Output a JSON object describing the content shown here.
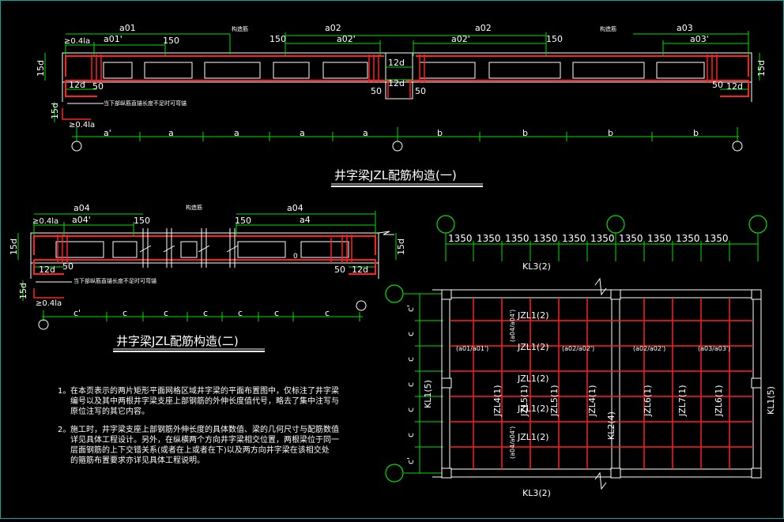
{
  "colors": {
    "bg": "#000000",
    "beam": "#ffffff",
    "rebar": "#ff2020",
    "dim": "#00e000",
    "text": "#ffffff",
    "border": "#00a8a8"
  },
  "d1": {
    "title": "井字梁JZL配筋构造(一)",
    "a01": "a01",
    "a01p": "a01'",
    "a02": "a02",
    "a02p": "a02'",
    "a03": "a03",
    "a03p": "a03'",
    "lt04": "≥0.4la",
    "n150": "150",
    "n50": "50",
    "n12d": "12d",
    "n15d": "15d",
    "gouzaojin": "构造筋",
    "note_short": "当下部纵筋直锚长度不足时可弯锚",
    "axis": [
      "a'",
      "a",
      "a",
      "a",
      "a",
      "b",
      "b",
      "b",
      "b"
    ]
  },
  "d2": {
    "title": "井字梁JZL配筋构造(二)",
    "a04": "a04",
    "a04p": "a04'",
    "a4": "a4",
    "zero": "0",
    "axis": [
      "c'",
      "c",
      "c",
      "c",
      "c",
      "c",
      "c"
    ]
  },
  "plan": {
    "top_dims": [
      "1350",
      "1350",
      "1350",
      "1350",
      "1350",
      "1350",
      "1350",
      "1350",
      "1350",
      "1350"
    ],
    "left_dims": [
      "c'",
      "c",
      "c",
      "c",
      "c",
      "c",
      "c'"
    ],
    "kl3_top": "KL3(2)",
    "kl3_bot": "KL3(2)",
    "kl1_left": "KL1(5)",
    "kl1_right": "KL1(5)",
    "kl2": "KL2(4)",
    "jzl1": [
      "JZL1(2)",
      "JZL1(2)",
      "JZL1(2)",
      "JZL1(2)",
      "JZL1(2)"
    ],
    "vert_beams": [
      "JZL4(1)",
      "JZL5(1)",
      "JZL5(1)",
      "JZL4(1)",
      "JZL6(1)",
      "JZL7(1)",
      "JZL6(1)"
    ],
    "rot_labels": [
      "(a04/a04')",
      "(a04/a04')"
    ],
    "bays": [
      "(a01/a01')",
      "(a02/a02')",
      "(a02/a02')",
      "(a03/a03')"
    ]
  },
  "notes": [
    {
      "num": "1。",
      "lines": [
        "在本页表示的两片矩形平面网格区域井字梁的平面布置图中，仅标注了井字梁",
        "编号以及其中两根井字梁支座上部钢筋的外伸长度值代号，略去了集中注写与",
        "原位注写的其它内容。"
      ]
    },
    {
      "num": "2。",
      "lines": [
        "施工时，井字梁支座上部钢筋外伸长度的具体数值、梁的几何尺寸与配筋数值",
        "详见具体工程设计。另外，在纵横两个方向井字梁相交位置，两根梁位于同一",
        "层面钢筋的上下交错关系(或者在上或者在下)以及两方向井字梁在该相交处",
        "的箍筋布置要求亦详见具体工程说明。"
      ]
    }
  ]
}
